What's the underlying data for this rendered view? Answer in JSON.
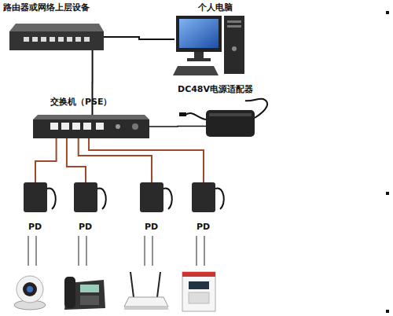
{
  "diagram": {
    "nodes": [
      {
        "text": [
          "路由器或网络上层设备"
        ]
      },
      {
        "text": [
          "个人电脑"
        ]
      },
      {
        "text": [
          "交换机（PSE）"
        ]
      },
      {
        "text": [
          "DC48V电源适配器"
        ]
      },
      {
        "text": [
          "PD"
        ]
      },
      {
        "text": [
          "PD"
        ]
      },
      {
        "text": [
          "PD"
        ]
      },
      {
        "text": [
          "PD"
        ]
      }
    ],
    "edges": [
      {
        "from": 0,
        "to": 1,
        "arrow": "none"
      },
      {
        "from": 0,
        "to": 2,
        "arrow": "none"
      },
      {
        "from": 2,
        "to": 3,
        "arrow": "none"
      },
      {
        "from": 2,
        "to": 4,
        "arrow": "none"
      },
      {
        "from": 2,
        "to": 5,
        "arrow": "none"
      },
      {
        "from": 2,
        "to": 6,
        "arrow": "none"
      },
      {
        "from": 2,
        "to": 7,
        "arrow": "none"
      }
    ]
  }
}
